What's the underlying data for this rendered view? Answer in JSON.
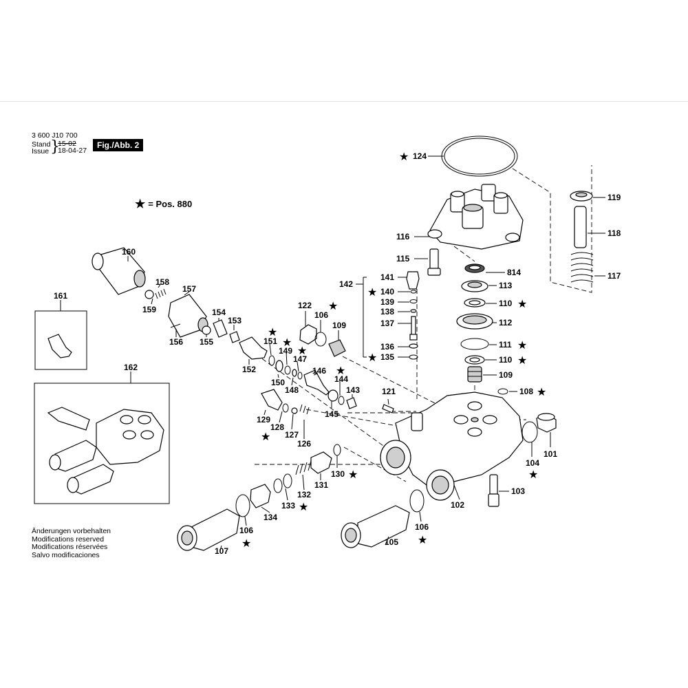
{
  "header": {
    "doc_number": "3 600 J10 700",
    "stand_label": "Stand",
    "issue_label": "Issue",
    "stand_value": "15-02",
    "issue_value": "18-04-27",
    "figure_badge": "Fig./Abb. 2"
  },
  "legend": {
    "star_glyph": "★",
    "text": "= Pos. 880"
  },
  "notes": [
    "Änderungen vorbehalten",
    "Modifications reserved",
    "Modifications réservées",
    "Salvo modificaciones"
  ],
  "part_labels": {
    "p101": "101",
    "p102": "102",
    "p103": "103",
    "p104": "104",
    "p105": "105",
    "p106a": "106",
    "p106b": "106",
    "p106c": "106",
    "p107": "107",
    "p108": "108",
    "p109a": "109",
    "p109b": "109",
    "p110a": "110",
    "p110b": "110",
    "p111": "111",
    "p112": "112",
    "p113": "113",
    "p115": "115",
    "p116": "116",
    "p117": "117",
    "p118": "118",
    "p119": "119",
    "p121": "121",
    "p122": "122",
    "p124": "124",
    "p126": "126",
    "p127": "127",
    "p128": "128",
    "p129": "129",
    "p130": "130",
    "p131": "131",
    "p132": "132",
    "p133": "133",
    "p134": "134",
    "p135": "135",
    "p136": "136",
    "p137": "137",
    "p138": "138",
    "p139": "139",
    "p140": "140",
    "p141": "141",
    "p142": "142",
    "p143": "143",
    "p144": "144",
    "p145": "145",
    "p146": "146",
    "p147": "147",
    "p148": "148",
    "p149": "149",
    "p150": "150",
    "p151": "151",
    "p152": "152",
    "p153": "153",
    "p154": "154",
    "p155": "155",
    "p156": "156",
    "p157": "157",
    "p158": "158",
    "p159": "159",
    "p160": "160",
    "p161": "161",
    "p162": "162",
    "p814": "814"
  },
  "starred_parts": [
    "104",
    "106",
    "108",
    "110",
    "111",
    "122",
    "124",
    "128",
    "130",
    "133",
    "135",
    "140",
    "144",
    "149",
    "151"
  ]
}
